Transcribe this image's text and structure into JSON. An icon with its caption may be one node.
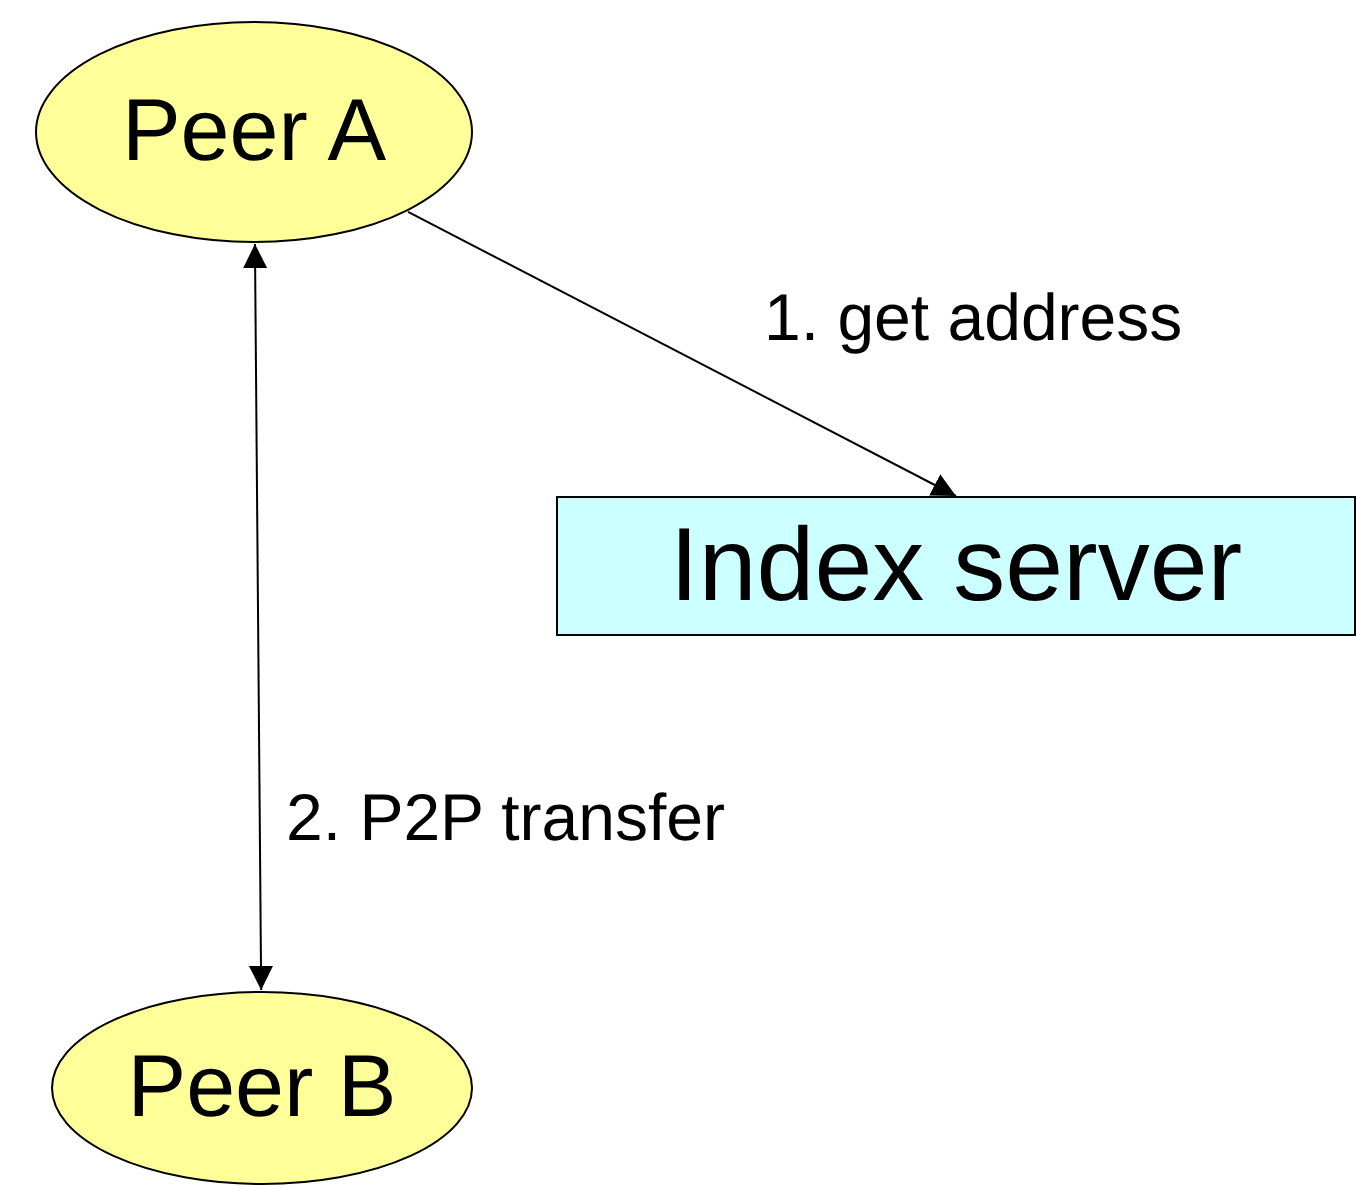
{
  "diagram": {
    "nodes": [
      {
        "text": [
          "Peer A"
        ]
      },
      {
        "text": [
          "Index server"
        ]
      },
      {
        "text": [
          "Peer B"
        ]
      }
    ],
    "edges": [
      {
        "from": 0,
        "to": 1,
        "arrow": "to",
        "label": "1. get address"
      },
      {
        "from": 0,
        "to": 2,
        "arrow": "both",
        "label": "2. P2P transfer"
      }
    ]
  }
}
